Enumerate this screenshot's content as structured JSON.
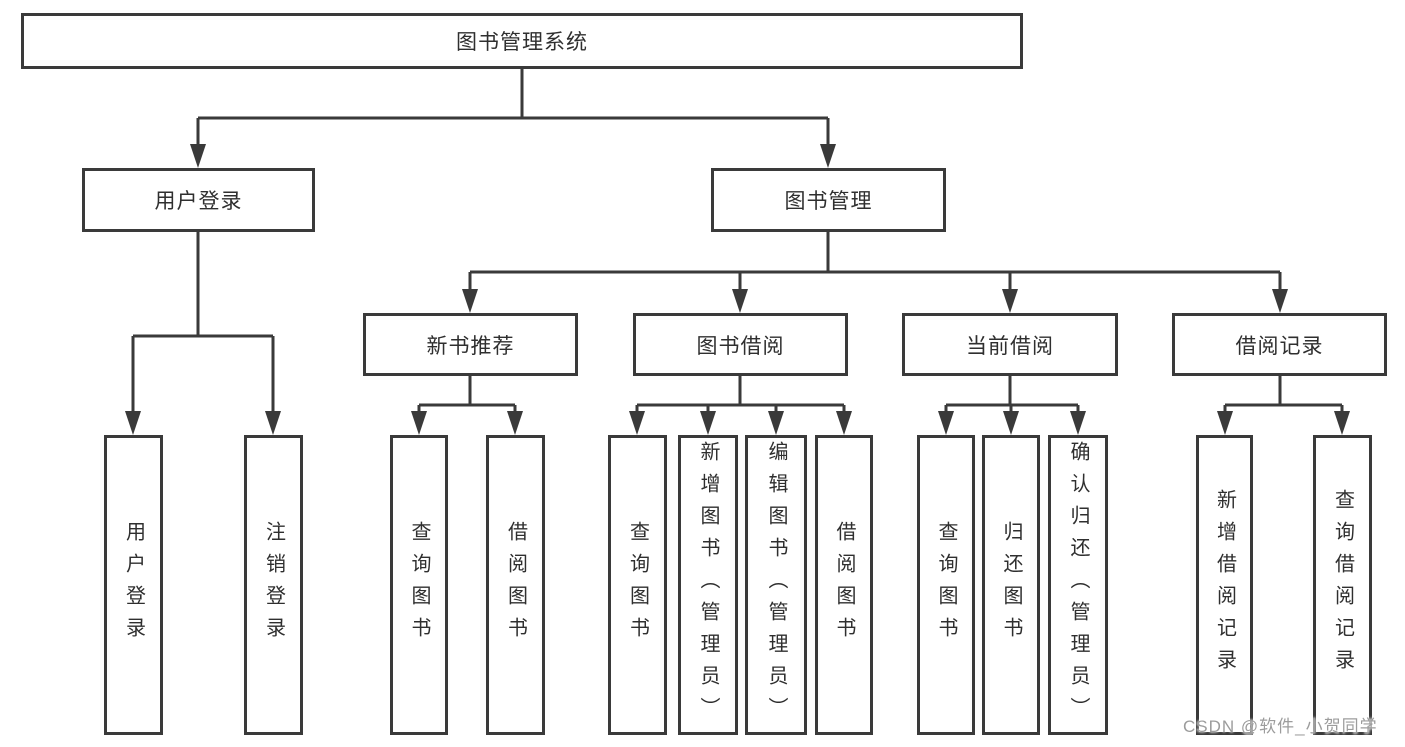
{
  "tree": {
    "label": "图书管理系统",
    "children": [
      {
        "label": "用户登录",
        "children": [
          {
            "label": "用户登录"
          },
          {
            "label": "注销登录"
          }
        ]
      },
      {
        "label": "图书管理",
        "children": [
          {
            "label": "新书推荐",
            "children": [
              {
                "label": "查询图书"
              },
              {
                "label": "借阅图书"
              }
            ]
          },
          {
            "label": "图书借阅",
            "children": [
              {
                "label": "查询图书"
              },
              {
                "label": "新增图书（管理员）"
              },
              {
                "label": "编辑图书（管理员）"
              },
              {
                "label": "借阅图书"
              }
            ]
          },
          {
            "label": "当前借阅",
            "children": [
              {
                "label": "查询图书"
              },
              {
                "label": "归还图书"
              },
              {
                "label": "确认归还（管理员）"
              }
            ]
          },
          {
            "label": "借阅记录",
            "children": [
              {
                "label": "新增借阅记录"
              },
              {
                "label": "查询借阅记录"
              }
            ]
          }
        ]
      }
    ]
  },
  "watermark": {
    "text": "CSDN @软件_小贺同学"
  },
  "colors": {
    "line": "#3a3a3a",
    "text": "#2f2f2f",
    "background": "#ffffff",
    "watermark": "#9c9c9c"
  }
}
